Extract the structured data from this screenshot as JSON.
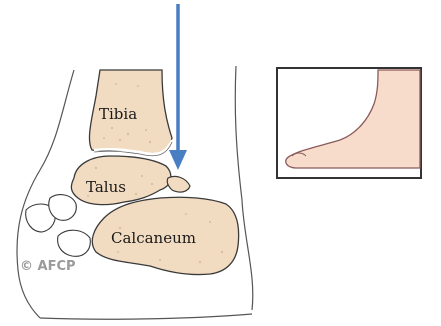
{
  "labels": {
    "tibia": "Tibia",
    "talus": "Talus",
    "calcaneum": "Calcaneum"
  },
  "copyright": "© AFCP",
  "colors": {
    "bone_fill": "#f2dcc1",
    "bone_stroke": "#3a3a3a",
    "bone_speckle": "#d9bfa0",
    "skin_fill": "#f7dccb",
    "skin_stroke": "#8a5a5a",
    "outline": "#555555",
    "arrow": "#4a7ec2",
    "cartilage": "#ffffff"
  },
  "icons": {
    "arrow": "down-arrow-icon"
  }
}
